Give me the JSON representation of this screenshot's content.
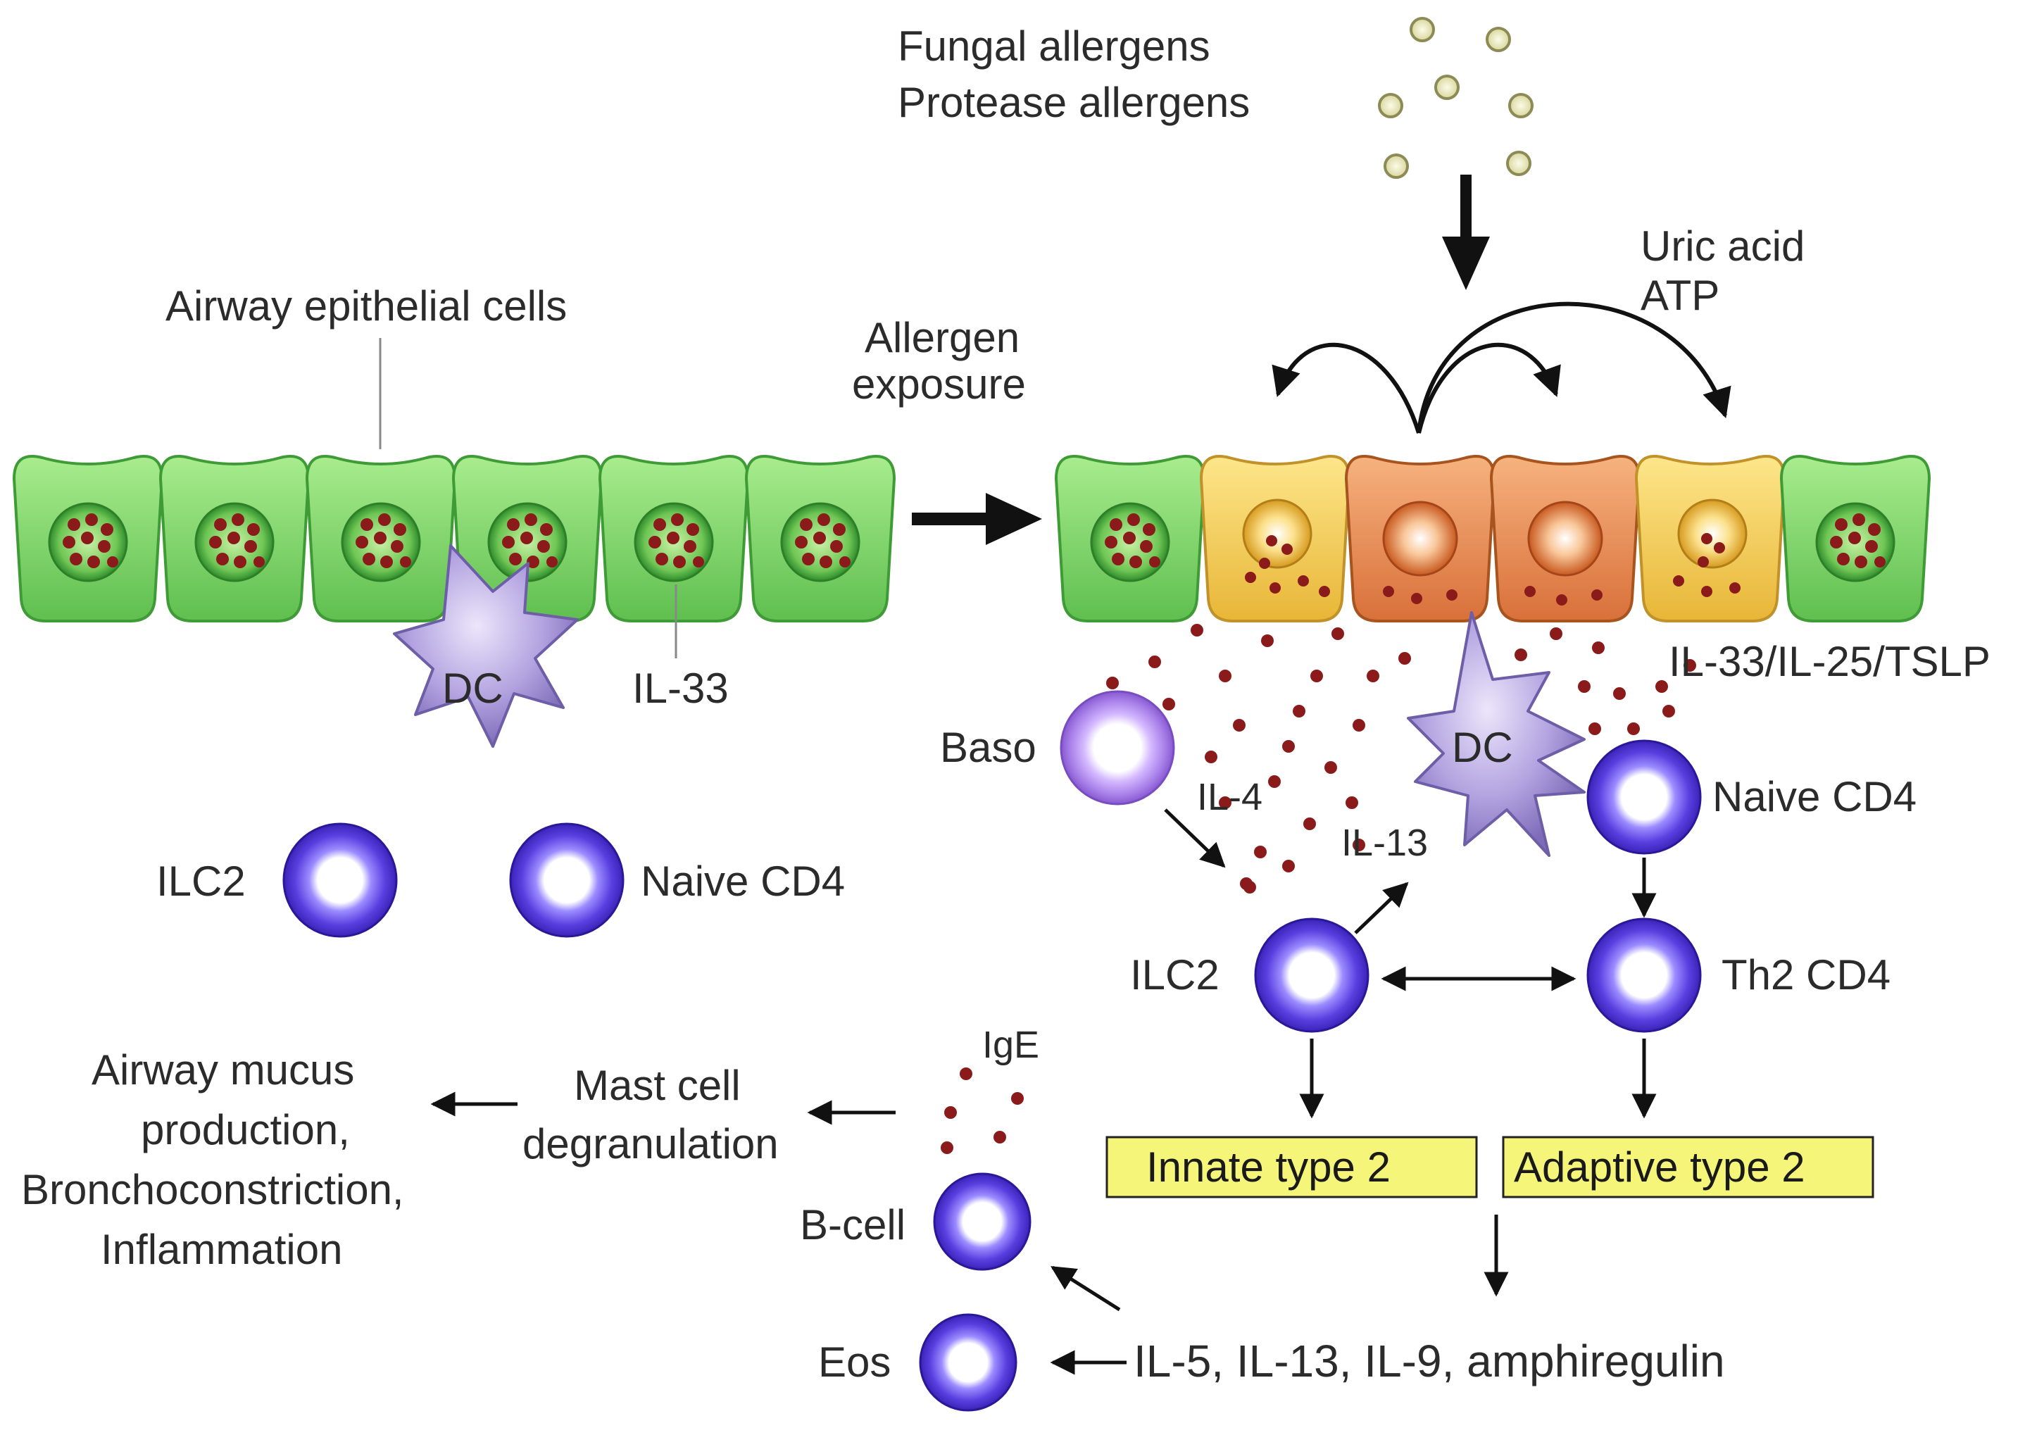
{
  "labels": {
    "fungal_allergens": "Fungal allergens",
    "protease_allergens": "Protease allergens",
    "uric_acid": "Uric acid",
    "atp": "ATP",
    "airway_epithelial_cells": "Airway epithelial cells",
    "allergen_exposure_1": "Allergen",
    "allergen_exposure_2": "exposure",
    "dc_left": "DC",
    "il33_left": "IL-33",
    "ilc2_left": "ILC2",
    "naive_cd4_left": "Naive CD4",
    "il33_il25_tslp": "IL-33/IL-25/TSLP",
    "baso": "Baso",
    "il4": "IL-4",
    "il13_small": "IL-13",
    "dc_right": "DC",
    "naive_cd4_right": "Naive CD4",
    "ilc2_right": "ILC2",
    "th2_cd4": "Th2 CD4",
    "innate_type2": "Innate type 2",
    "adaptive_type2": "Adaptive type 2",
    "ige": "IgE",
    "mast_cell_1": "Mast cell",
    "mast_cell_2": "degranulation",
    "outcome_1": "Airway mucus",
    "outcome_2": "production,",
    "outcome_3": "Bronchoconstriction,",
    "outcome_4": "Inflammation",
    "b_cell": "B-cell",
    "eos": "Eos",
    "cytokines": "IL-5, IL-13, IL-9, amphiregulin"
  },
  "colors": {
    "healthy_cell": "#7ed36a",
    "stressed_cell": "#f2cc45",
    "damaged_cell": "#e58a4a",
    "granule": "#8b1a1a",
    "lymphocyte": "#6a4fe6",
    "basophil": "#b48ef0",
    "dendritic_cell": "#a694d6",
    "type2_box": "#f5f57a"
  }
}
